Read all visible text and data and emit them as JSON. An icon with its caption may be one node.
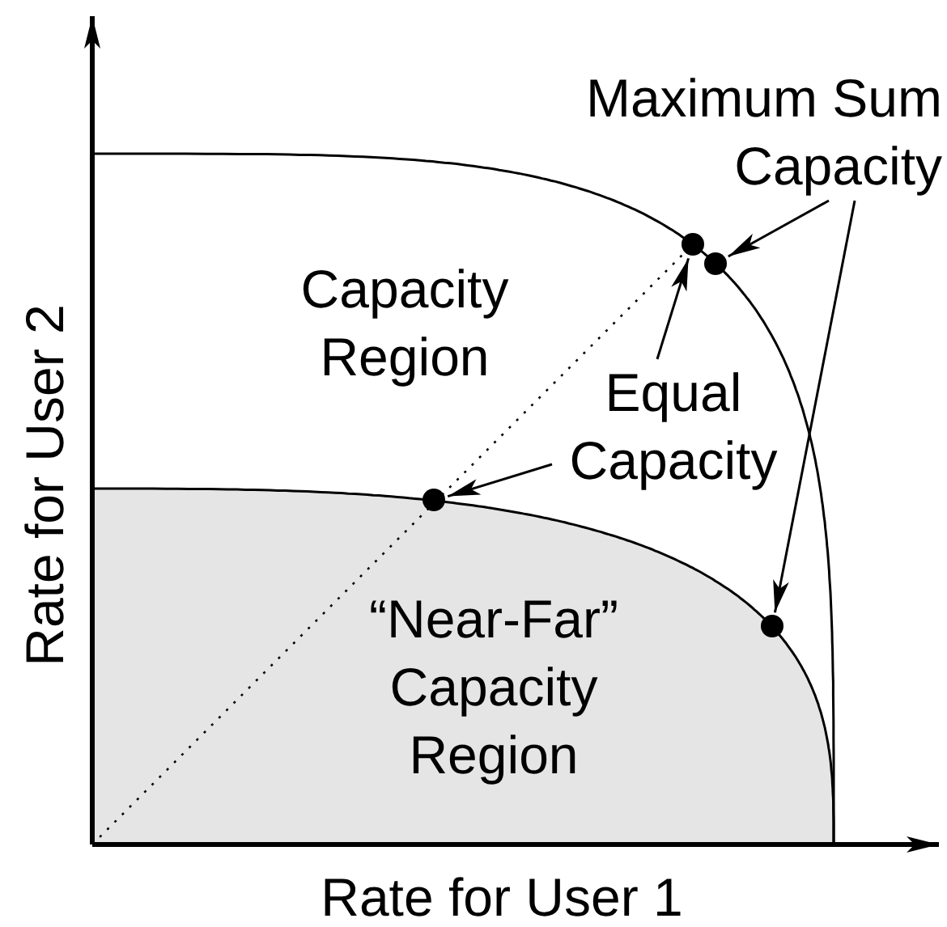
{
  "diagram": {
    "nodes": [
      {
        "text": [
          "Maximum Sum Capacity"
        ]
      },
      {
        "text": [],
        "shape": "circle"
      },
      {
        "text": [],
        "shape": "circle"
      },
      {
        "text": [
          "Equal Capacity"
        ]
      },
      {
        "text": [],
        "shape": "circle"
      },
      {
        "text": [],
        "shape": "circle"
      }
    ],
    "edges": [
      {
        "from": 0,
        "to": 2,
        "arrow": "to"
      },
      {
        "from": 0,
        "to": 5,
        "arrow": "to"
      },
      {
        "from": 3,
        "to": 1,
        "arrow": "to"
      },
      {
        "from": 3,
        "to": 4,
        "arrow": "to"
      }
    ],
    "labels": [
      "Capacity Region",
      "“Near-Far” Capacity Region",
      "Rate for User 2",
      "Rate for User 1"
    ]
  }
}
